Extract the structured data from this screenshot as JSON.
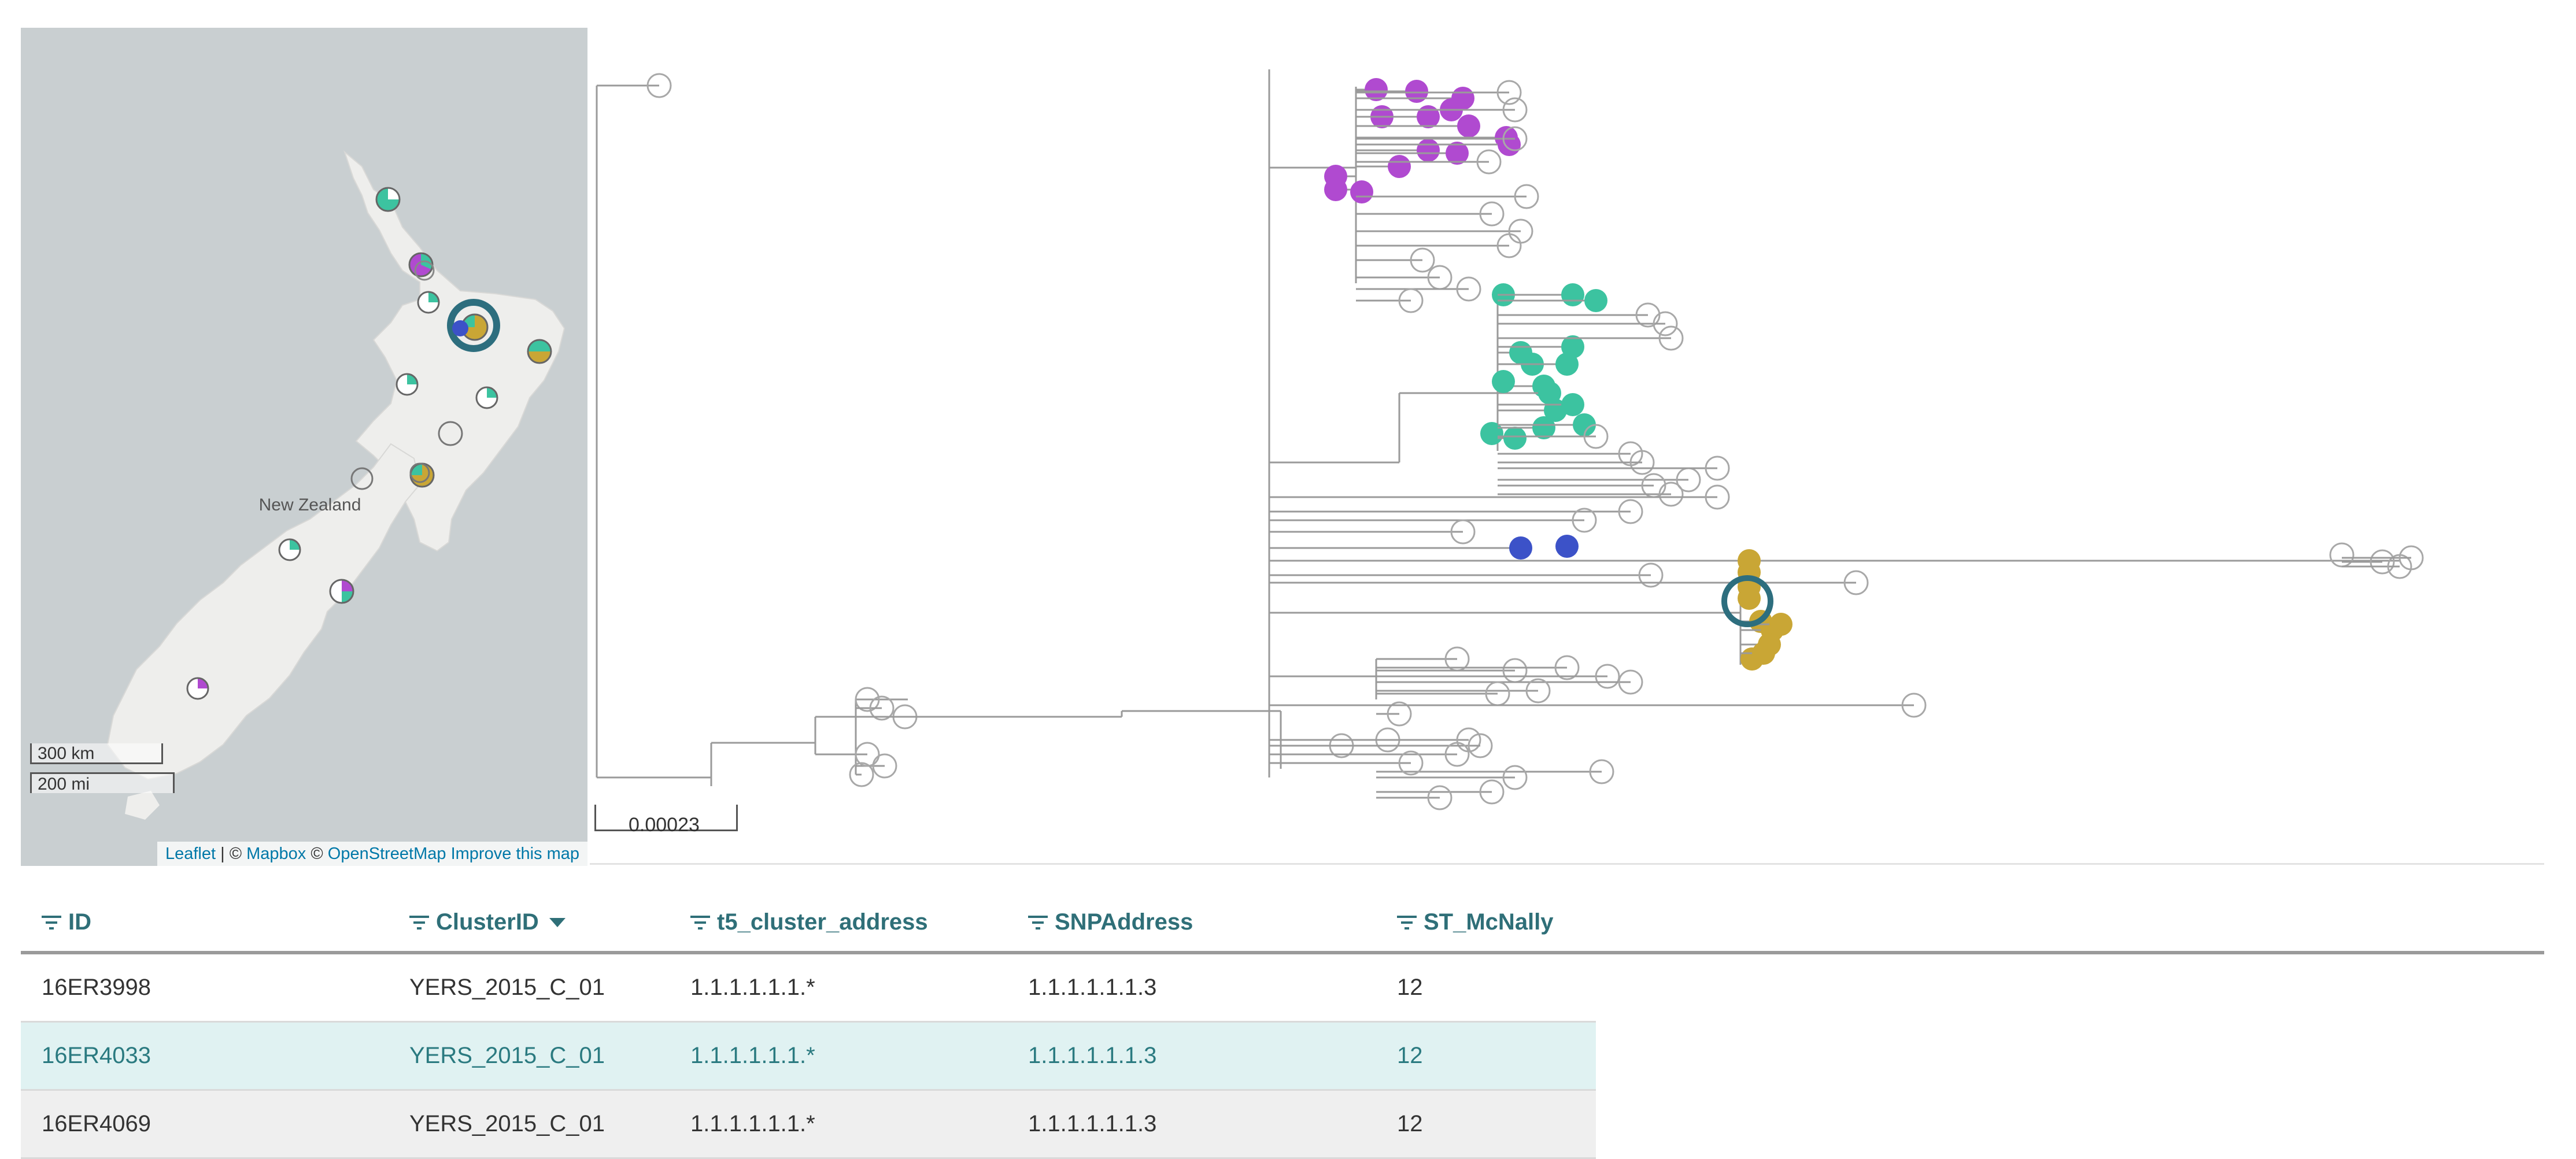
{
  "map": {
    "place_label": "New Zealand",
    "scale_km": "300 km",
    "scale_mi": "200 mi",
    "attribution": {
      "leaflet": "Leaflet",
      "sep1": " | © ",
      "mapbox": "Mapbox",
      "sep2": " © ",
      "osm": "OpenStreetMap",
      "sep3": " ",
      "improve": "Improve this map"
    },
    "colors": {
      "water": "#c9cfd1",
      "land": "#eeeeec",
      "purple": "#b04ad0",
      "teal": "#3cc3a0",
      "blue": "#3c52c8",
      "gold": "#c9a635",
      "highlight": "#2d6e7e"
    }
  },
  "tree": {
    "scale_label": "0.00023",
    "edge_color": "#9a9a9a",
    "tip_empty_color": "#a8a8a8"
  },
  "table": {
    "columns": [
      "ID",
      "ClusterID",
      "t5_cluster_address",
      "SNPAddress",
      "ST_McNally"
    ],
    "sorted_column": "ClusterID",
    "rows": [
      [
        "16ER3998",
        "YERS_2015_C_01",
        "1.1.1.1.1.1.*",
        "1.1.1.1.1.1.3",
        "12"
      ],
      [
        "16ER4033",
        "YERS_2015_C_01",
        "1.1.1.1.1.1.*",
        "1.1.1.1.1.1.3",
        "12"
      ],
      [
        "16ER4069",
        "YERS_2015_C_01",
        "1.1.1.1.1.1.*",
        "1.1.1.1.1.1.3",
        "12"
      ]
    ],
    "selected_row": 1,
    "hovered_row": 2
  }
}
